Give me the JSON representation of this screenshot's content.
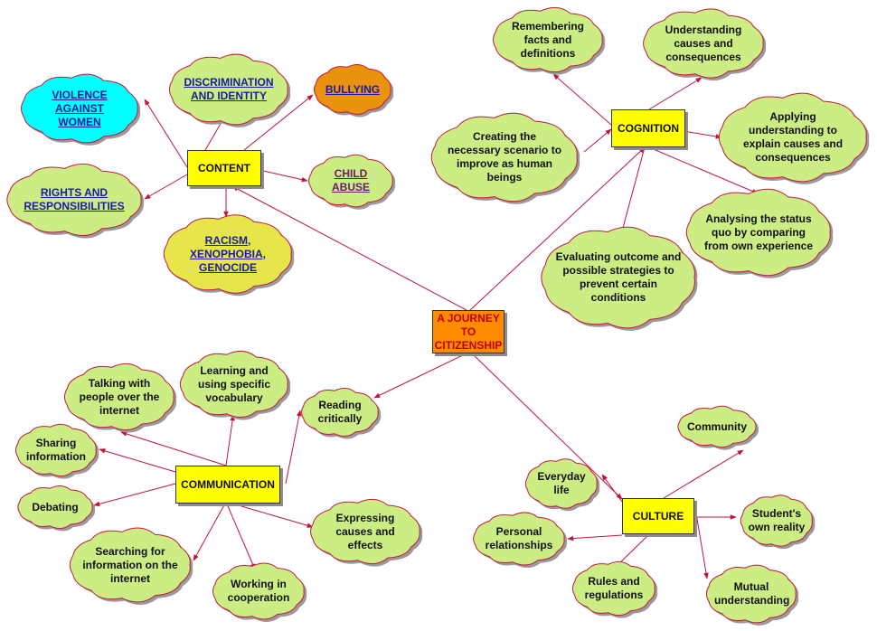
{
  "hubs": {
    "center": "A JOURNEY TO CITIZENSHIP",
    "content": "CONTENT",
    "cognition": "COGNITION",
    "communication": "COMMUNICATION",
    "culture": "CULTURE"
  },
  "content_topics": {
    "violence": "VIOLENCE AGAINST WOMEN",
    "discrimination": "DISCRIMINATION AND IDENTITY",
    "bullying": "BULLYING",
    "child_abuse": "CHILD ABUSE",
    "rights": "RIGHTS AND RESPONSIBILITIES",
    "racism": "RACISM, XENOPHOBIA, GENOCIDE"
  },
  "cognition_topics": {
    "remembering": "Remembering facts and definitions",
    "understanding": "Understanding causes and consequences",
    "applying": "Applying understanding to explain causes and consequences",
    "creating": "Creating the necessary scenario to improve as human beings",
    "analysing": "Analysing the status quo by comparing from own experience",
    "evaluating": "Evaluating outcome and possible strategies to prevent certain conditions"
  },
  "communication_topics": {
    "talking": "Talking with people over the internet",
    "learning": "Learning and using specific vocabulary",
    "reading": "Reading critically",
    "sharing": "Sharing information",
    "debating": "Debating",
    "searching": "Searching for information on the internet",
    "working": "Working in cooperation",
    "expressing": "Expressing causes and effects"
  },
  "culture_topics": {
    "community": "Community",
    "everyday": "Everyday life",
    "personal": "Personal relationships",
    "students": "Student's own reality",
    "rules": "Rules and regulations",
    "mutual": "Mutual understanding"
  },
  "colors": {
    "cloud_green": "#ccec84",
    "cloud_cyan": "#00ffff",
    "cloud_yellow": "#e6e64a",
    "cloud_orange": "#e8920e",
    "cloud_outline": "#c21a3c",
    "hub_yellow": "#ffff00",
    "center_orange": "#ff8c00",
    "edge": "#c0143c"
  }
}
